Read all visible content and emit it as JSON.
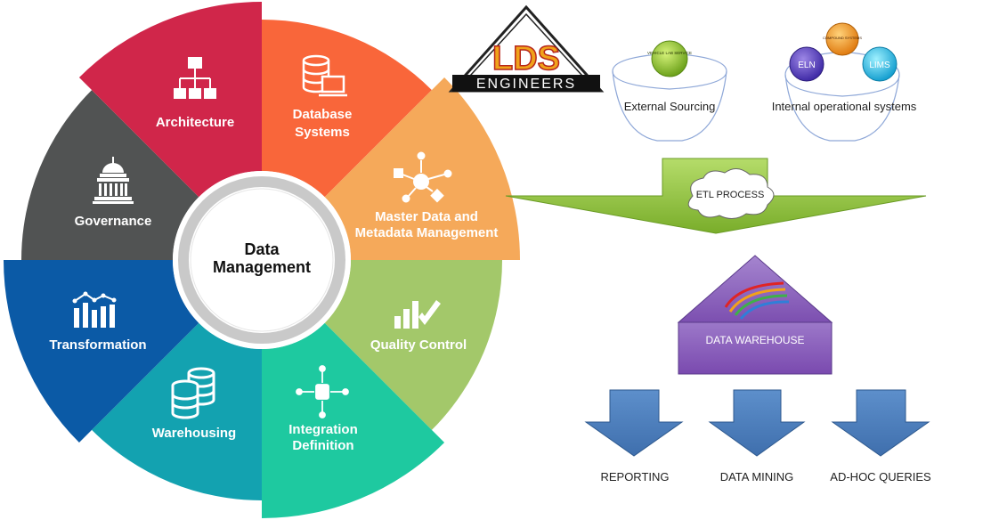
{
  "wheel": {
    "center_title_line1": "Data",
    "center_title_line2": "Management",
    "segments": [
      {
        "id": "database",
        "lines": [
          "Database",
          "Systems"
        ],
        "color": "#f9663a",
        "icon": "database-monitor-icon"
      },
      {
        "id": "master",
        "lines": [
          "Master Data and",
          "Metadata Management"
        ],
        "color": "#f5a95a",
        "icon": "network-nodes-icon"
      },
      {
        "id": "quality",
        "lines": [
          "Quality Control"
        ],
        "color": "#a3c86a",
        "icon": "chart-check-icon"
      },
      {
        "id": "integration",
        "lines": [
          "Integration",
          "Definition"
        ],
        "color": "#1ec9a0",
        "icon": "integration-hub-icon"
      },
      {
        "id": "warehousing",
        "lines": [
          "Warehousing"
        ],
        "color": "#13a2b0",
        "icon": "database-stack-icon"
      },
      {
        "id": "transformation",
        "lines": [
          "Transformation"
        ],
        "color": "#0b5aa6",
        "icon": "bar-chart-icon"
      },
      {
        "id": "governance",
        "lines": [
          "Governance"
        ],
        "color": "#515353",
        "icon": "capitol-building-icon"
      },
      {
        "id": "architecture",
        "lines": [
          "Architecture"
        ],
        "color": "#d0264a",
        "icon": "org-chart-icon"
      }
    ]
  },
  "logo": {
    "text": "ENGINEERS",
    "monogram": "LDS"
  },
  "flow": {
    "external": {
      "label": "External Sourcing",
      "ball_text": "VEHICLE LAB SERVICE"
    },
    "internal": {
      "label": "Internal operational systems",
      "top_ball": "COMPOUND SYSTEMS",
      "left_ball": "ELN",
      "right_ball": "LIMS"
    },
    "etl": "ETL PROCESS",
    "warehouse": "DATA WAREHOUSE",
    "outputs": [
      "REPORTING",
      "DATA MINING",
      "AD-HOC QUERIES"
    ]
  },
  "colors": {
    "arrow_green": "#8fc63f",
    "warehouse_purple": "#8d5fb8",
    "down_arrow_blue": "#4f81bd"
  }
}
